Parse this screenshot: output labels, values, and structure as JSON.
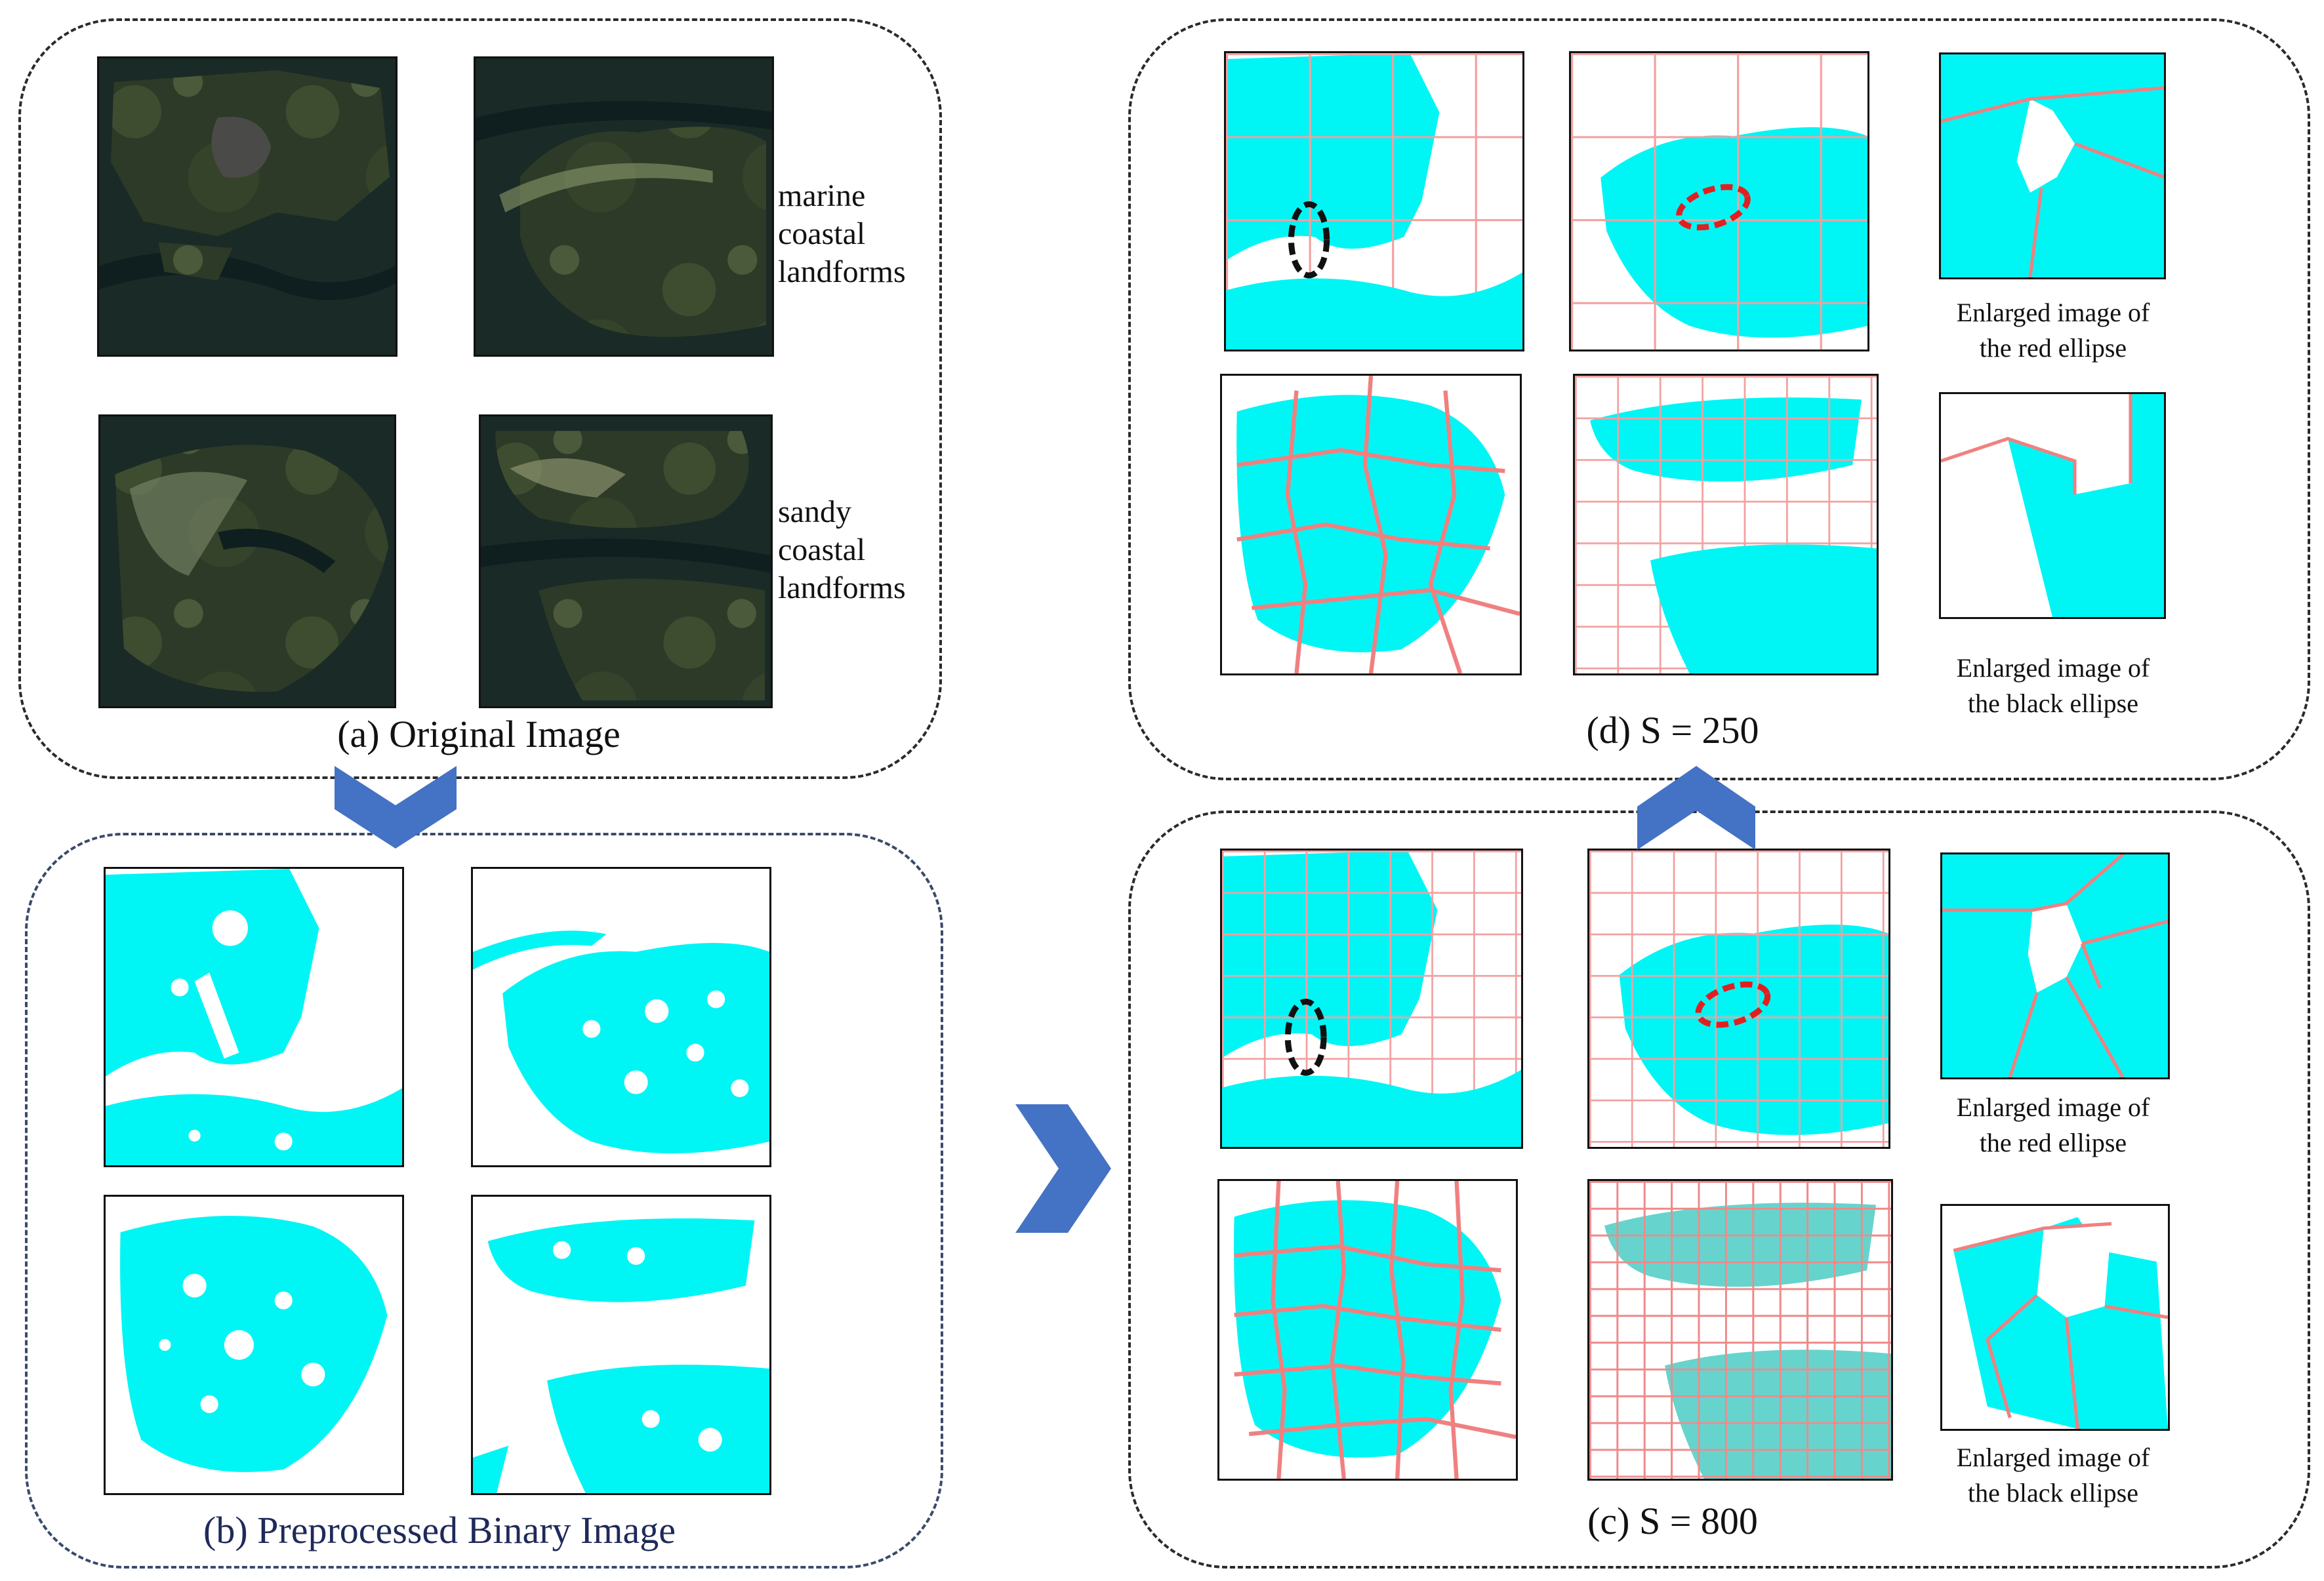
{
  "panel_a": {
    "caption": "(a) Original Image",
    "labels": [
      "marine\ncoastal\nlandforms",
      "sandy\ncoastal\nlandforms"
    ]
  },
  "panel_b": {
    "caption": "(b) Preprocessed Binary Image"
  },
  "panel_c": {
    "caption": "(c) S = 800",
    "enlarged_red": "Enlarged image of\nthe red ellipse",
    "enlarged_black": "Enlarged image of\nthe black ellipse"
  },
  "panel_d": {
    "caption": "(d) S = 250",
    "enlarged_red": "Enlarged image of\nthe red ellipse",
    "enlarged_black": "Enlarged image of\nthe black ellipse"
  },
  "colors": {
    "cyan": "#00f5f5",
    "segment_line": "#f08080",
    "arrow": "#4472c4",
    "satellite_dark": "#1d2a1e",
    "ellipse_red": "#e02020",
    "ellipse_black": "#111111"
  }
}
